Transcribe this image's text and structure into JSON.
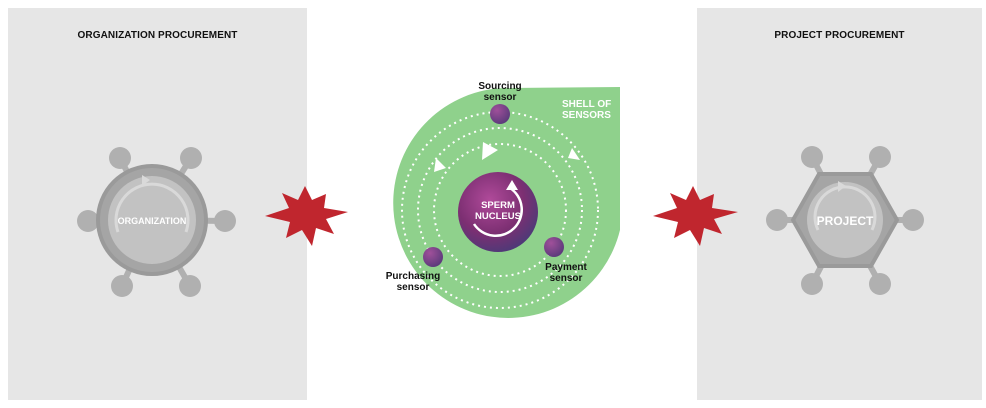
{
  "left_panel": {
    "title": "ORGANIZATION PROCUREMENT",
    "node_label": "ORGANIZATION"
  },
  "right_panel": {
    "title": "PROJECT PROCUREMENT",
    "node_label": "PROJECT"
  },
  "center": {
    "shell_label_line1": "SHELL OF",
    "shell_label_line2": "SENSORS",
    "nucleus_line1": "SPERM",
    "nucleus_line2": "NUCLEUS",
    "sensors": [
      {
        "line1": "Sourcing",
        "line2": "sensor"
      },
      {
        "line1": "Payment",
        "line2": "sensor"
      },
      {
        "line1": "Purchasing",
        "line2": "sensor"
      }
    ]
  },
  "colors": {
    "panel_bg": "#e6e6e6",
    "shell_green": "#8fd18c",
    "nucleus_purple": "#7c2f72",
    "node_grey": "#b0b0b0",
    "burst_red": "#c0262e"
  }
}
